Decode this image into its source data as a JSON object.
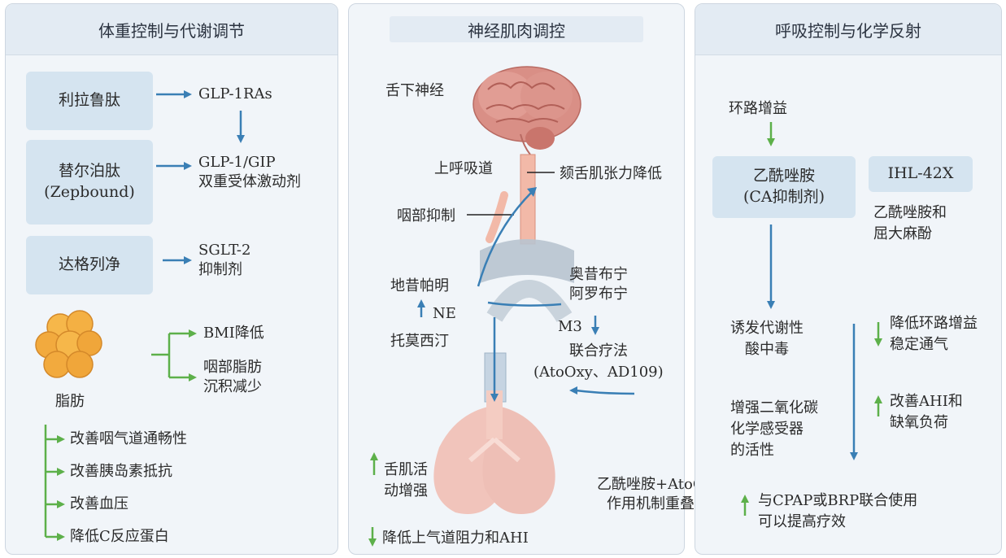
{
  "colors": {
    "blue_arrow": "#3a7fb5",
    "green_arrow": "#5db04a",
    "panel_bg": "#f1f5f9",
    "box_bg": "#d5e4f0",
    "fat_cell": "#f0a93a"
  },
  "panel1": {
    "title": "体重控制与代谢调节",
    "drug1": "利拉鲁肽",
    "drug1_target": "GLP-1RAs",
    "drug2_line1": "替尔泊肽",
    "drug2_line2": "(Zepbound)",
    "drug2_target_line1": "GLP-1/GIP",
    "drug2_target_line2": "双重受体激动剂",
    "drug3": "达格列净",
    "drug3_target_line1": "SGLT-2",
    "drug3_target_line2": "抑制剂",
    "fat_label": "脂肪",
    "fat_effect1": "BMI降低",
    "fat_effect2_line1": "咽部脂肪",
    "fat_effect2_line2": "沉积减少",
    "benefits": [
      "改善咽气道通畅性",
      "改善胰岛素抵抗",
      "改善血压",
      "降低C反应蛋白"
    ]
  },
  "panel2": {
    "title": "神经肌肉调控",
    "hypoglossal": "舌下神经",
    "upper_airway": "上呼吸道",
    "genioglossus": "颏舌肌张力降低",
    "pharynx_inhibit": "咽部抑制",
    "desipramine": "地昔帕明",
    "ne": "NE",
    "tomoxetine": "托莫西汀",
    "oxybutynin": "奥昔布宁",
    "aroxybutynin": "阿罗布宁",
    "m3": "M3",
    "combo_line1": "联合疗法",
    "combo_line2": "(AtoOxy、AD109)",
    "tongue_line1": "舌肌活",
    "tongue_line2": "动增强",
    "reduce_resistance": "降低上气道阻力和AHI",
    "overlap_line1": "乙酰唑胺+AtoOxy",
    "overlap_line2": "作用机制重叠?"
  },
  "panel3": {
    "title": "呼吸控制与化学反射",
    "loop_gain": "环路增益",
    "acetazolamide_line1": "乙酰唑胺",
    "acetazolamide_line2": "(CA抑制剂)",
    "ihl": "IHL-42X",
    "ihl_desc_line1": "乙酰唑胺和",
    "ihl_desc_line2": "屈大麻酚",
    "acidosis_line1": "诱发代谢性",
    "acidosis_line2": "酸中毒",
    "enhance_line1": "增强二氧化碳",
    "enhance_line2": "化学感受器",
    "enhance_line3": "的活性",
    "reduce_loop_line1": "降低环路增益",
    "reduce_loop_line2": "稳定通气",
    "improve_ahi_line1": "改善AHI和",
    "improve_ahi_line2": "缺氧负荷",
    "cpap_line1": "与CPAP或BRP联合使用",
    "cpap_line2": "可以提高疗效"
  }
}
